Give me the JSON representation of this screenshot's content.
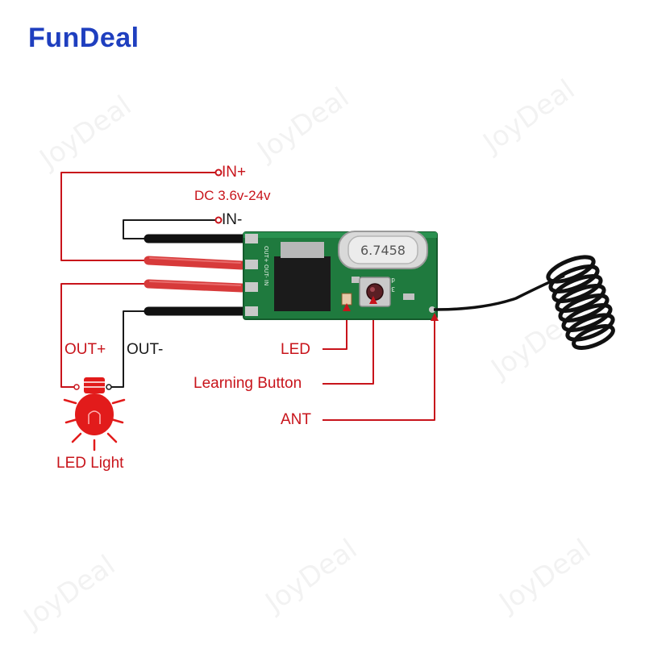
{
  "brand": {
    "name": "FunDeal"
  },
  "watermark": {
    "text": "JoyDeal"
  },
  "power_input": {
    "positive_label": "IN+",
    "negative_label": "IN-",
    "voltage_label": "DC 3.6v-24v"
  },
  "output": {
    "positive_label": "OUT+",
    "negative_label": "OUT-",
    "load_label": "LED Light"
  },
  "module": {
    "crystal_marking": "6.7458",
    "callouts": {
      "led": "LED",
      "learning_button": "Learning Button",
      "antenna": "ANT"
    }
  },
  "colors": {
    "brand": "#1f3fbf",
    "wire_line": "#c8141b",
    "text_dark": "#1a1a1a",
    "pcb_green": "#1f7a3e",
    "wire_red": "#d73a3a",
    "wire_black": "#111111",
    "bulb": "#e21b1b"
  },
  "icons": {
    "bulb": "led-bulb-icon",
    "antenna": "coiled-antenna-icon"
  }
}
